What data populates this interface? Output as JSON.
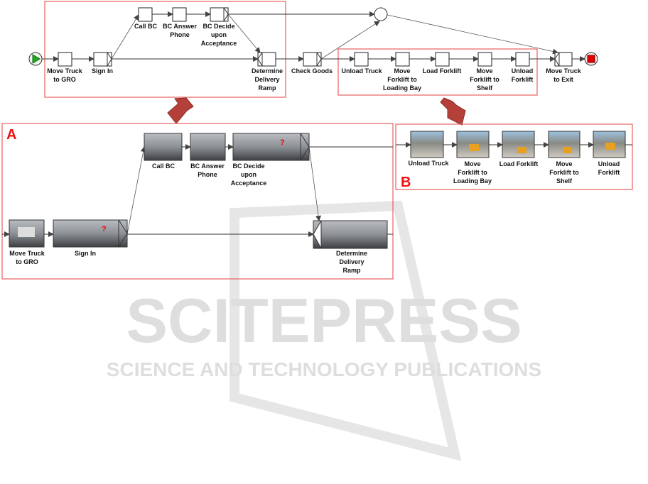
{
  "watermark": {
    "title": "SCITEPRESS",
    "subtitle": "SCIENCE AND TECHNOLOGY PUBLICATIONS"
  },
  "process": {
    "move_truck_gro": [
      "Move Truck",
      "to GRO"
    ],
    "sign_in": "Sign In",
    "call_bc": "Call BC",
    "bc_answer": [
      "BC Answer",
      "Phone"
    ],
    "bc_decide": [
      "BC Decide",
      "upon",
      "Acceptance"
    ],
    "determine_ramp": [
      "Determine",
      "Delivery",
      "Ramp"
    ],
    "check_goods": "Check Goods",
    "unload_truck": "Unload Truck",
    "move_forklift_bay": [
      "Move",
      "Forklift to",
      "Loading Bay"
    ],
    "load_forklift": "Load Forklift",
    "move_forklift_shelf": [
      "Move",
      "Forklift to",
      "Shelf"
    ],
    "unload_forklift": [
      "Unload",
      "Forklift"
    ],
    "move_truck_exit": [
      "Move Truck",
      "to Exit"
    ]
  },
  "panels": {
    "a_label": "A",
    "b_label": "B"
  },
  "colors": {
    "highlight": "#e8605f",
    "start": "#22aa22",
    "end": "#e00000",
    "callout_arrow": "#b5403a"
  }
}
